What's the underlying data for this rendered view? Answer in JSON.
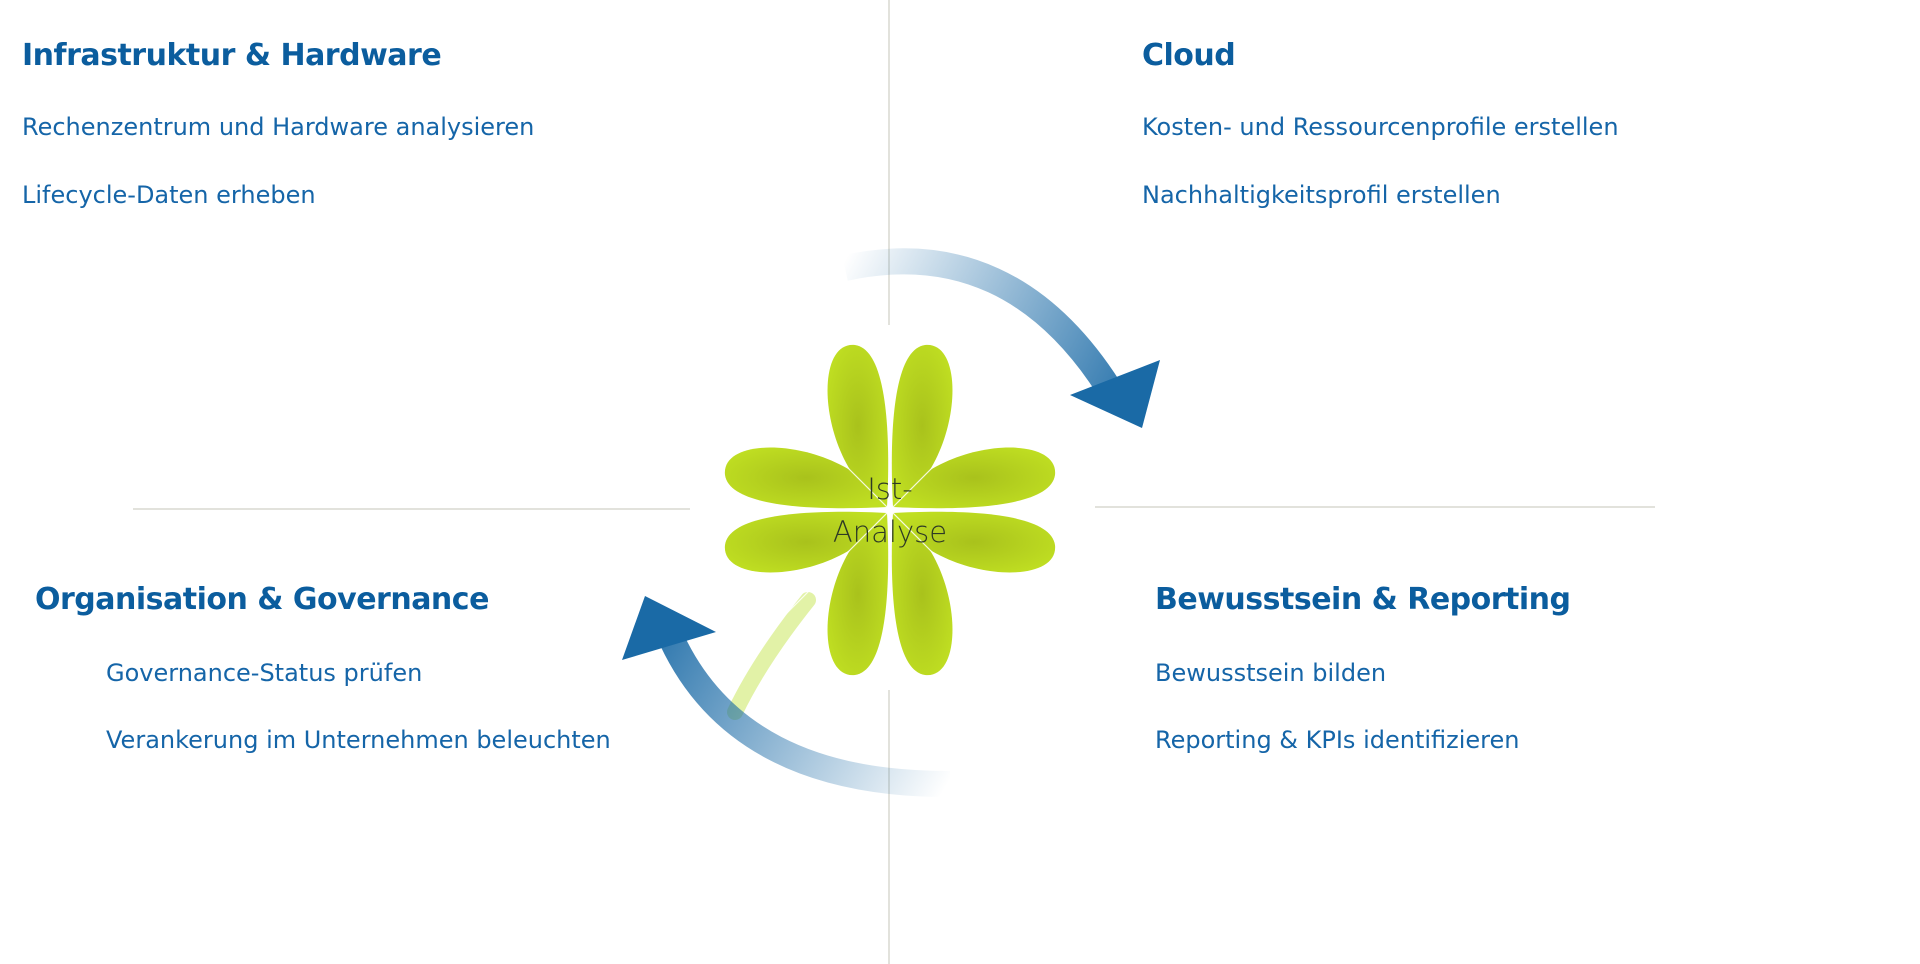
{
  "center": {
    "label_line1": "Ist-",
    "label_line2": "Analyse",
    "icon": "four-leaf-clover-icon"
  },
  "quadrants": {
    "top_left": {
      "title": "Infrastruktur & Hardware",
      "items": [
        "Rechenzentrum und Hardware analysieren",
        "Lifecycle-Daten erheben"
      ]
    },
    "top_right": {
      "title": "Cloud",
      "items": [
        "Kosten- und Ressourcenprofile erstellen",
        "Nachhaltigkeitsprofil erstellen"
      ]
    },
    "bottom_left": {
      "title": "Organisation & Governance",
      "items": [
        "Governance-Status prüfen",
        "Verankerung im Unternehmen beleuchten"
      ]
    },
    "bottom_right": {
      "title": "Bewusstsein & Reporting",
      "items": [
        "Bewusstsein bilden",
        "Reporting & KPIs identifizieren"
      ]
    }
  },
  "colors": {
    "heading": "#0b5d9e",
    "text": "#1565a8",
    "arrow": "#1a6aa6",
    "leaf": "#bcd91f",
    "divider": "#e2e2dc"
  },
  "arrows": [
    {
      "name": "clockwise-arrow-top-right",
      "direction": "clockwise"
    },
    {
      "name": "clockwise-arrow-bottom-left",
      "direction": "clockwise"
    }
  ]
}
